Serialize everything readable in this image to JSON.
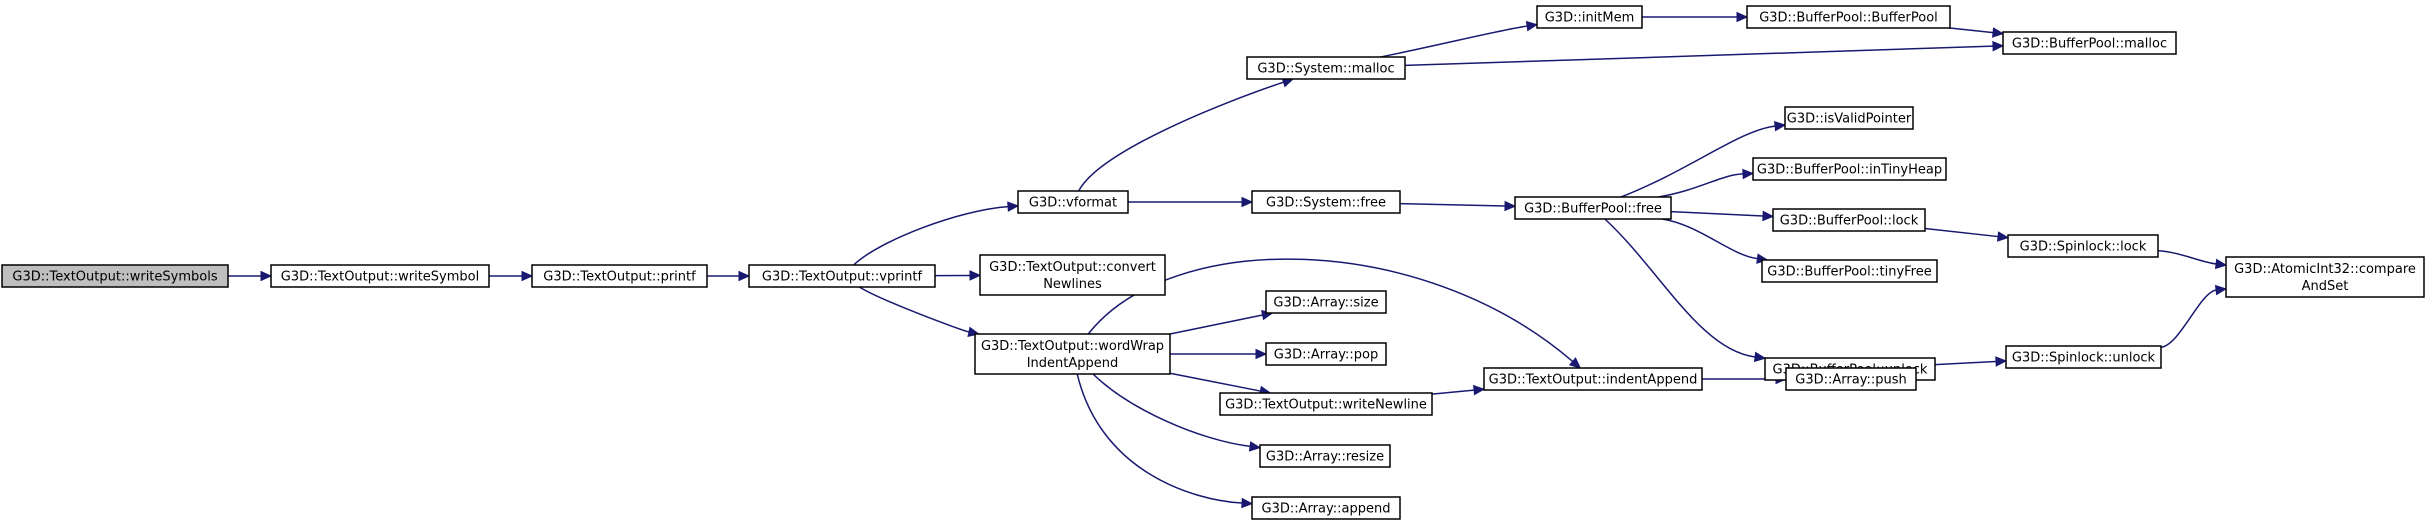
{
  "nodes": {
    "writeSymbols": [
      "G3D::TextOutput::writeSymbols"
    ],
    "writeSymbol": [
      "G3D::TextOutput::writeSymbol"
    ],
    "printf": [
      "G3D::TextOutput::printf"
    ],
    "vprintf": [
      "G3D::TextOutput::vprintf"
    ],
    "vformat": [
      "G3D::vformat"
    ],
    "convertNewlines": [
      "G3D::TextOutput::convert",
      "Newlines"
    ],
    "wordWrap": [
      "G3D::TextOutput::wordWrap",
      "IndentAppend"
    ],
    "sysMalloc": [
      "G3D::System::malloc"
    ],
    "sysFree": [
      "G3D::System::free"
    ],
    "arraySize": [
      "G3D::Array::size"
    ],
    "arrayPop": [
      "G3D::Array::pop"
    ],
    "writeNewline": [
      "G3D::TextOutput::writeNewline"
    ],
    "arrayResize": [
      "G3D::Array::resize"
    ],
    "arrayAppend": [
      "G3D::Array::append"
    ],
    "initMem": [
      "G3D::initMem"
    ],
    "bpFree": [
      "G3D::BufferPool::free"
    ],
    "indentAppend": [
      "G3D::TextOutput::indentAppend"
    ],
    "bpCtor": [
      "G3D::BufferPool::BufferPool"
    ],
    "bpMalloc": [
      "G3D::BufferPool::malloc"
    ],
    "isValidPointer": [
      "G3D::isValidPointer"
    ],
    "inTinyHeap": [
      "G3D::BufferPool::inTinyHeap"
    ],
    "bpLock": [
      "G3D::BufferPool::lock"
    ],
    "tinyFree": [
      "G3D::BufferPool::tinyFree"
    ],
    "bpUnlock": [
      "G3D::BufferPool::unlock"
    ],
    "arrayPush": [
      "G3D::Array::push"
    ],
    "slLock": [
      "G3D::Spinlock::lock"
    ],
    "slUnlock": [
      "G3D::Spinlock::unlock"
    ],
    "cas": [
      "G3D::AtomicInt32::compare",
      "AndSet"
    ]
  },
  "edges": [
    [
      "writeSymbols",
      "writeSymbol"
    ],
    [
      "writeSymbol",
      "printf"
    ],
    [
      "printf",
      "vprintf"
    ],
    [
      "vprintf",
      "vformat"
    ],
    [
      "vprintf",
      "convertNewlines"
    ],
    [
      "vprintf",
      "wordWrap"
    ],
    [
      "vformat",
      "sysMalloc"
    ],
    [
      "vformat",
      "sysFree"
    ],
    [
      "sysMalloc",
      "initMem"
    ],
    [
      "sysMalloc",
      "bpMalloc"
    ],
    [
      "initMem",
      "bpCtor"
    ],
    [
      "bpCtor",
      "bpMalloc"
    ],
    [
      "sysFree",
      "bpFree"
    ],
    [
      "bpFree",
      "isValidPointer"
    ],
    [
      "bpFree",
      "inTinyHeap"
    ],
    [
      "bpFree",
      "bpLock"
    ],
    [
      "bpFree",
      "tinyFree"
    ],
    [
      "bpFree",
      "bpUnlock"
    ],
    [
      "bpLock",
      "slLock"
    ],
    [
      "bpUnlock",
      "slUnlock"
    ],
    [
      "slLock",
      "cas"
    ],
    [
      "slUnlock",
      "cas"
    ],
    [
      "wordWrap",
      "indentAppend"
    ],
    [
      "wordWrap",
      "arraySize"
    ],
    [
      "wordWrap",
      "arrayPop"
    ],
    [
      "wordWrap",
      "writeNewline"
    ],
    [
      "wordWrap",
      "arrayResize"
    ],
    [
      "wordWrap",
      "arrayAppend"
    ],
    [
      "writeNewline",
      "indentAppend"
    ],
    [
      "indentAppend",
      "arrayPush"
    ]
  ],
  "colors": {
    "edge": "#191970",
    "root_fill": "#bfbfbf",
    "node_fill": "#ffffff",
    "node_border": "#000000"
  }
}
